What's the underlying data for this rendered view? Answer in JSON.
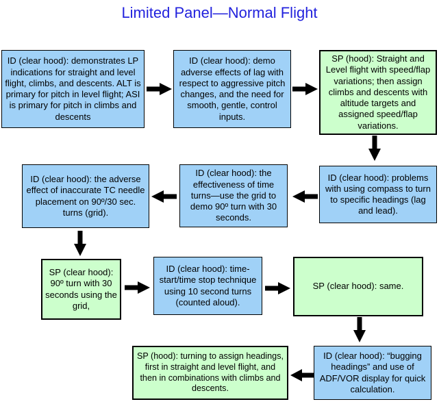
{
  "title": "Limited Panel—Normal Flight",
  "colors": {
    "title_color": "#2222dd",
    "blue_fill": "#a0d1f7",
    "green_fill": "#ccffcc",
    "border_color": "#000000"
  },
  "boxes": [
    {
      "name": "lp-indications",
      "type": "blue",
      "text": "ID (clear hood): demonstrates LP indications for straight and level flight, climbs, and descents. ALT is primary for pitch in level flight; ASI is primary for pitch in climbs and descents"
    },
    {
      "name": "lag-effects-demo",
      "type": "blue",
      "text": "ID (clear hood): demo adverse effects of lag with respect to aggressive pitch changes, and the need for smooth, gentle, control inputs."
    },
    {
      "name": "straight-level-speed-flap",
      "type": "green",
      "text": "SP (hood): Straight and Level flight with speed/flap variations;  then assign climbs and descents with altitude targets and assigned speed/flap variations."
    },
    {
      "name": "compass-problems",
      "type": "blue",
      "text": "ID (clear hood): problems with using compass to turn to specific headings (lag and lead)."
    },
    {
      "name": "time-turns-effectiveness",
      "type": "blue",
      "text": "ID (clear hood): the effectiveness of time turns—use the grid to demo 90º turn with 30 seconds."
    },
    {
      "name": "tc-needle-placement",
      "type": "blue",
      "text": "ID (clear hood): the adverse effect of inaccurate TC needle placement on 90º/30 sec. turns (grid)."
    },
    {
      "name": "sp-90-turn-grid",
      "type": "green",
      "text": "SP (clear hood): 90º turn with 30 seconds using the grid,"
    },
    {
      "name": "time-start-stop",
      "type": "blue",
      "text": "ID (clear hood): time-start/time stop technique using 10 second turns (counted aloud)."
    },
    {
      "name": "sp-same",
      "type": "green",
      "text": "SP (clear hood): same."
    },
    {
      "name": "bugging-headings",
      "type": "blue",
      "text": "ID (clear hood): “bugging headings” and use of ADF/VOR display for quick calculation."
    },
    {
      "name": "sp-turning-assigned-headings",
      "type": "green",
      "text": "SP (hood): turning to assign headings, first in straight and level flight, and then in combinations with climbs and descents."
    }
  ],
  "arrows": [
    {
      "from": "lp-indications",
      "to": "lag-effects-demo",
      "direction": "right"
    },
    {
      "from": "lag-effects-demo",
      "to": "straight-level-speed-flap",
      "direction": "right"
    },
    {
      "from": "straight-level-speed-flap",
      "to": "compass-problems",
      "direction": "down"
    },
    {
      "from": "compass-problems",
      "to": "time-turns-effectiveness",
      "direction": "left"
    },
    {
      "from": "time-turns-effectiveness",
      "to": "tc-needle-placement",
      "direction": "left"
    },
    {
      "from": "tc-needle-placement",
      "to": "sp-90-turn-grid",
      "direction": "down"
    },
    {
      "from": "sp-90-turn-grid",
      "to": "time-start-stop",
      "direction": "right"
    },
    {
      "from": "time-start-stop",
      "to": "sp-same",
      "direction": "right"
    },
    {
      "from": "sp-same",
      "to": "bugging-headings",
      "direction": "down"
    },
    {
      "from": "bugging-headings",
      "to": "sp-turning-assigned-headings",
      "direction": "left"
    }
  ]
}
